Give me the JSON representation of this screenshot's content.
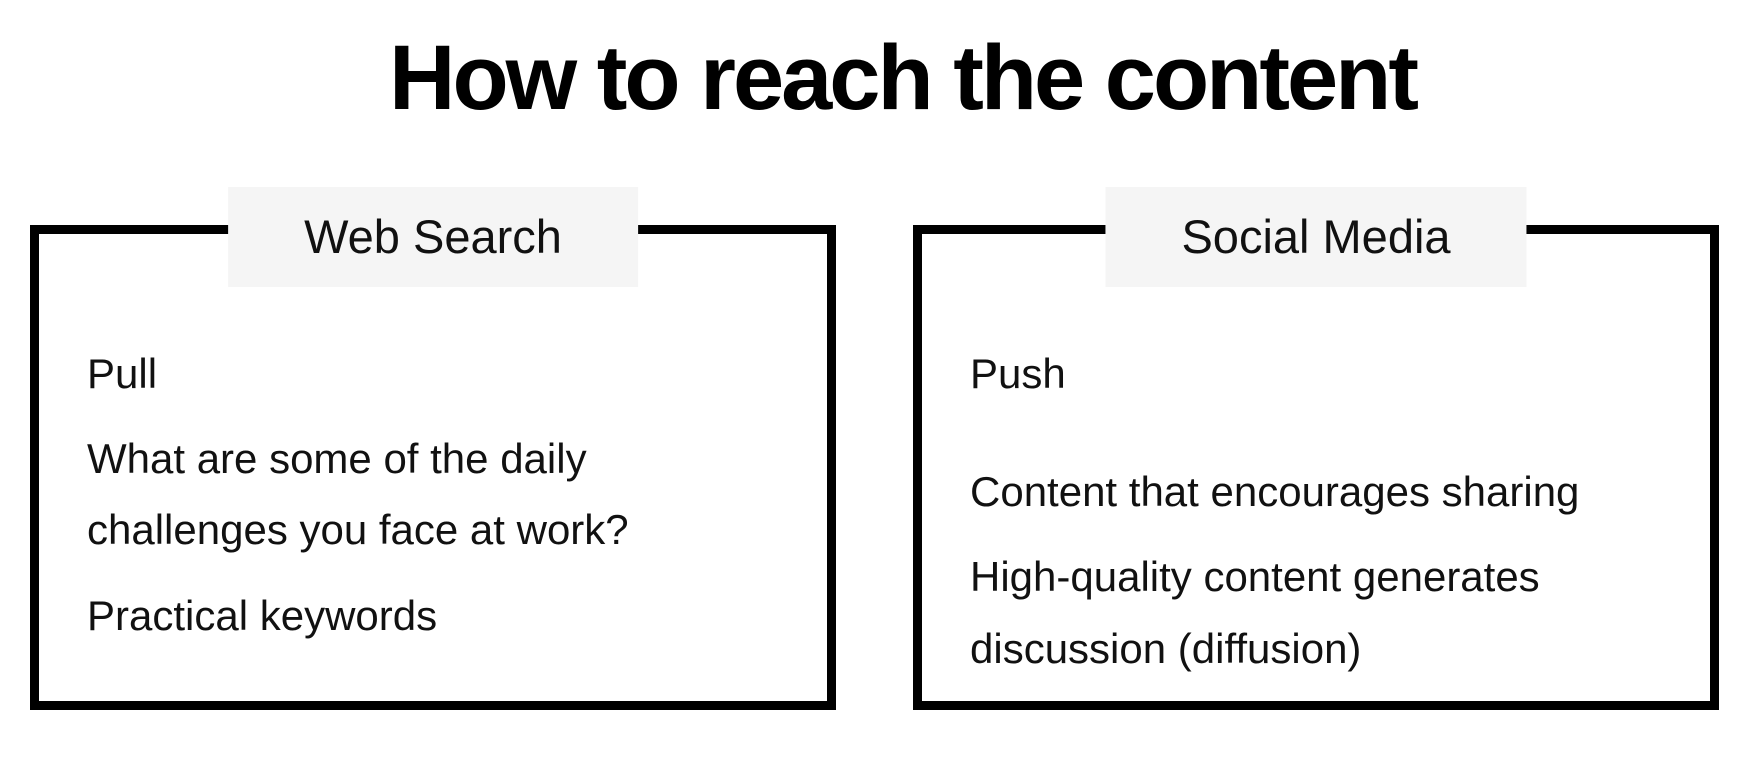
{
  "title": "How to reach the content",
  "panels": [
    {
      "label": "Web Search",
      "paragraphs": [
        "Pull",
        "What are some of the daily\nchallenges you face at work?",
        "Practical keywords"
      ]
    },
    {
      "label": "Social Media",
      "paragraphs": [
        "Push",
        "Content that encourages sharing",
        "High-quality content generates\ndiscussion (diffusion)"
      ]
    }
  ],
  "colors": {
    "background": "#ffffff",
    "title_text": "#000000",
    "body_text": "#111111",
    "panel_border": "#000000",
    "label_background": "#f5f5f5"
  }
}
